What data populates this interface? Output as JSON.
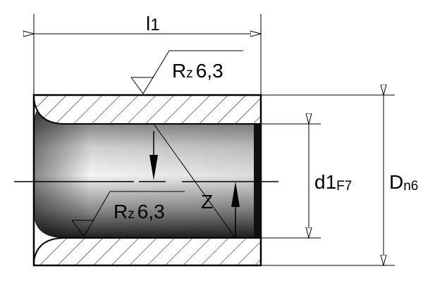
{
  "labels": {
    "length_symbol": "l",
    "length_subscript": "1",
    "rough_top_main": "R",
    "rough_top_sub": "z",
    "rough_top_value": "6,3",
    "rough_bottom_main": "R",
    "rough_bottom_sub": "z",
    "rough_bottom_value": "6,3",
    "z_label": "Z",
    "bore_symbol": "d1",
    "bore_tolerance": "F7",
    "outer_symbol": "D",
    "outer_tolerance": "n6"
  },
  "colors": {
    "line": "#000000",
    "background": "#ffffff",
    "bore_dark": "#1a1a1a",
    "bore_light": "#f2f2f2"
  }
}
